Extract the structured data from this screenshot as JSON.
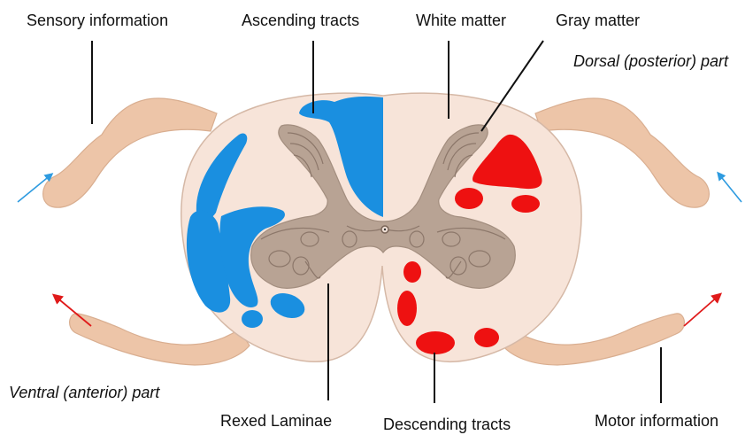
{
  "labels": {
    "sensory_information": "Sensory information",
    "ascending_tracts": "Ascending tracts",
    "white_matter": "White matter",
    "gray_matter": "Gray matter",
    "dorsal_part": "Dorsal (posterior) part",
    "ventral_part": "Ventral (anterior) part",
    "rexed_laminae": "Rexed Laminae",
    "descending_tracts": "Descending tracts",
    "motor_information": "Motor information"
  },
  "colors": {
    "white_matter": "#F7E4D9",
    "nerve": "#EDC5A8",
    "nerve_outline": "#D9AE90",
    "gray_matter": "#B8A394",
    "gray_outline": "#9E897A",
    "ascending_tracts": "#1A8FE0",
    "descending_tracts": "#EE1111",
    "sensory_arrow": "#2E9BE0",
    "motor_arrow": "#E01A1A",
    "leader_line": "#111111"
  }
}
